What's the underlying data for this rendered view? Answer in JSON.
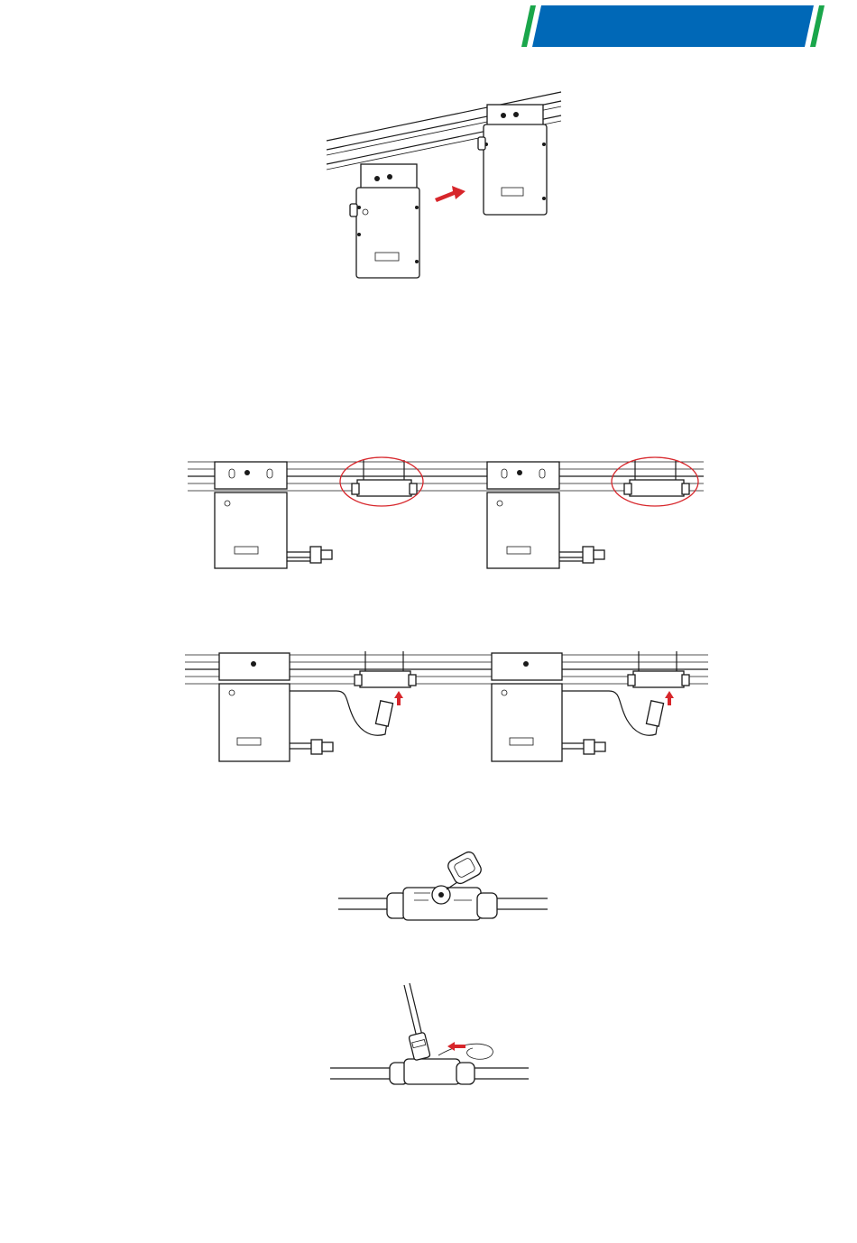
{
  "header": {
    "banner_color": "#0068b7",
    "stripe_color": "#1aa64b"
  },
  "figures": [
    {
      "id": "fig-mount-inverter",
      "icons": [
        "rail-icon",
        "microinverter-icon",
        "arrow-right-icon"
      ]
    },
    {
      "id": "fig-place-connectors",
      "icons": [
        "rail-icon",
        "microinverter-icon",
        "trunk-connector-icon",
        "highlight-circle-icon"
      ]
    },
    {
      "id": "fig-connect-ac-cable",
      "icons": [
        "rail-icon",
        "microinverter-icon",
        "ac-cable-icon",
        "arrow-up-icon"
      ]
    },
    {
      "id": "fig-connector-cap",
      "icons": [
        "trunk-cable-icon",
        "connector-icon",
        "protective-cap-icon"
      ]
    },
    {
      "id": "fig-insert-cable",
      "icons": [
        "trunk-cable-icon",
        "connector-icon",
        "cable-plug-icon",
        "arrow-left-icon"
      ]
    }
  ],
  "colors": {
    "accent": "#d7262b",
    "line": "#1a1a1a"
  }
}
